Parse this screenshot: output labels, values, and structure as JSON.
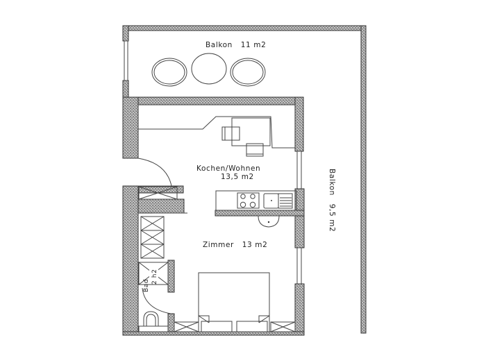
{
  "plan": {
    "title": "Floor plan",
    "colors": {
      "wall_fill": "#9a9a9a",
      "line": "#333333",
      "background": "#ffffff"
    },
    "rooms": [
      {
        "id": "balkon_top",
        "name": "Balkon",
        "area": "11 m2",
        "label": "Balkon   11 m2"
      },
      {
        "id": "kochen_wohnen",
        "name": "Kochen/Wohnen",
        "area": "13,5 m2",
        "label_line1": "Kochen/Wohnen",
        "label_line2": "13,5 m2"
      },
      {
        "id": "zimmer",
        "name": "Zimmer",
        "area": "13 m2",
        "label": "Zimmer   13 m2"
      },
      {
        "id": "balkon_right",
        "name": "Balkon",
        "area": "9,5 m2",
        "label": "Balkon   9,5 m2"
      },
      {
        "id": "bad",
        "name": "Bad",
        "label": "Bad"
      },
      {
        "id": "shower",
        "area": "2 h2",
        "label": "2 h2"
      }
    ],
    "furniture": [
      "round-table-left",
      "round-table-center",
      "round-table-right",
      "dining-table",
      "chair",
      "chair",
      "kitchen-counter",
      "stove-4-burner",
      "sink-with-drainboard",
      "wash-basin",
      "double-bed",
      "nightstand-left",
      "nightstand-right",
      "wardrobe",
      "toilet",
      "shower"
    ]
  }
}
